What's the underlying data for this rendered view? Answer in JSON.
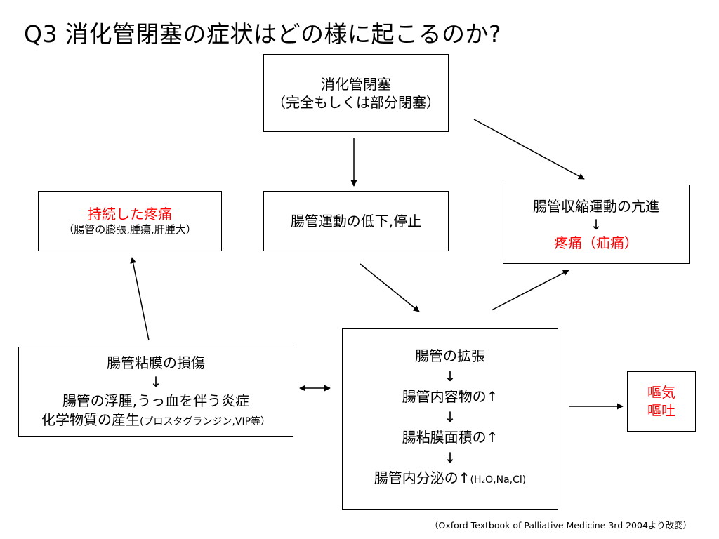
{
  "slide": {
    "title": "Q3 消化管閉塞の症状はどの様に起こるのか?"
  },
  "boxes": {
    "blockage": {
      "line1": "消化管閉塞",
      "line2": "（完全もしくは部分閉塞）"
    },
    "pain": {
      "line1": "持続した疼痛",
      "line2": "（腸管の膨張,腫瘍,肝腫大）"
    },
    "motility": {
      "line1": "腸管運動の低下,停止"
    },
    "contraction": {
      "line1": "腸管収縮運動の亢進",
      "arrow": "↓",
      "line2": "疼痛（疝痛）"
    },
    "mucosa": {
      "line1": "腸管粘膜の損傷",
      "arrow": "↓",
      "line2": "腸管の浮腫,うっ血を伴う炎症",
      "line3_main": "化学物質の産生",
      "line3_small": "(プロスタグランジン,VIP等）"
    },
    "dilation": {
      "line1": "腸管の拡張",
      "arrow1": "↓",
      "line2": "腸管内容物の↑",
      "arrow2": "↓",
      "line3": "腸粘膜面積の↑",
      "arrow3": "↓",
      "line4_main": "腸管内分泌の↑",
      "line4_small": "(H₂O,Na,Cl)"
    },
    "vomit": {
      "line1": "嘔気",
      "line2": "嘔吐"
    }
  },
  "citation": "（Oxford Textbook of Palliative Medicine 3rd 2004より改変）",
  "colors": {
    "emphasis": "#ff0000",
    "text": "#000000"
  }
}
